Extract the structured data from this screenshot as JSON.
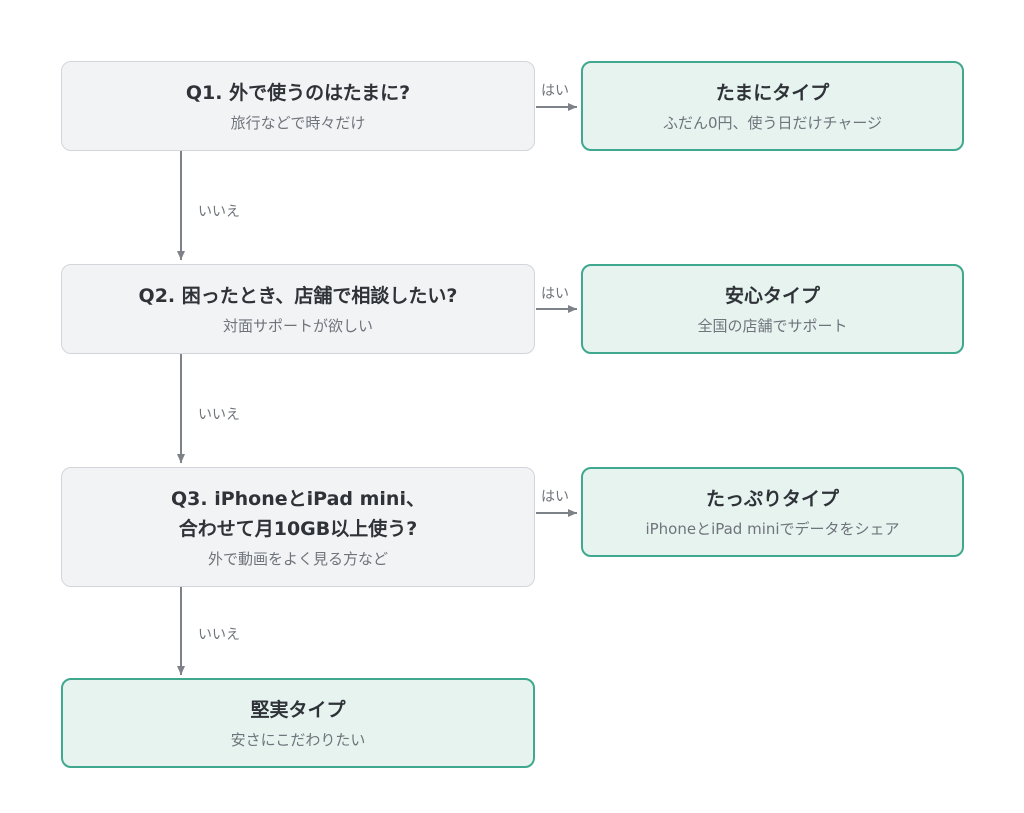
{
  "questions": [
    {
      "title": "Q1. 外で使うのはたまに?",
      "sub": "旅行などで時々だけ"
    },
    {
      "title": "Q2. 困ったとき、店舗で相談したい?",
      "sub": "対面サポートが欲しい"
    },
    {
      "title_line1": "Q3. iPhoneとiPad mini、",
      "title_line2": "合わせて月10GB以上使う?",
      "sub": "外で動画をよく見る方など"
    }
  ],
  "results": [
    {
      "title": "たまにタイプ",
      "sub": "ふだん0円、使う日だけチャージ"
    },
    {
      "title": "安心タイプ",
      "sub": "全国の店舗でサポート"
    },
    {
      "title": "たっぷりタイプ",
      "sub": "iPhoneとiPad miniでデータをシェア"
    },
    {
      "title": "堅実タイプ",
      "sub": "安さにこだわりたい"
    }
  ],
  "labels": {
    "yes": "はい",
    "no": "いいえ"
  }
}
